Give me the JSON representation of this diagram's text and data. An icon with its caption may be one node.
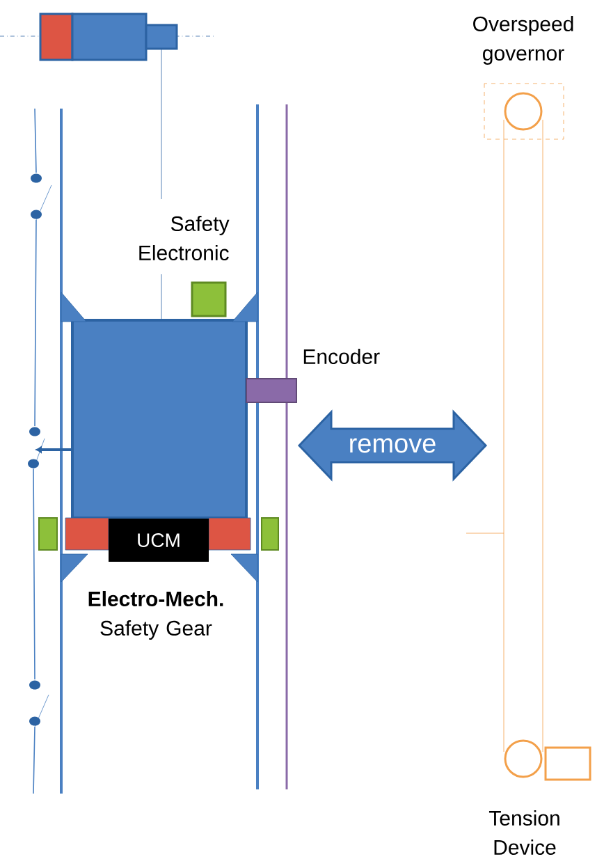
{
  "diagram": {
    "nodes": [
      {
        "text": [
          "UCM"
        ]
      },
      {
        "text": [
          "remove"
        ]
      }
    ],
    "labels": [
      "Overspeed governor",
      "Safety Electronic",
      "Encoder",
      "**Electro-Mech.** Safety Gear",
      "Tension Device"
    ]
  }
}
